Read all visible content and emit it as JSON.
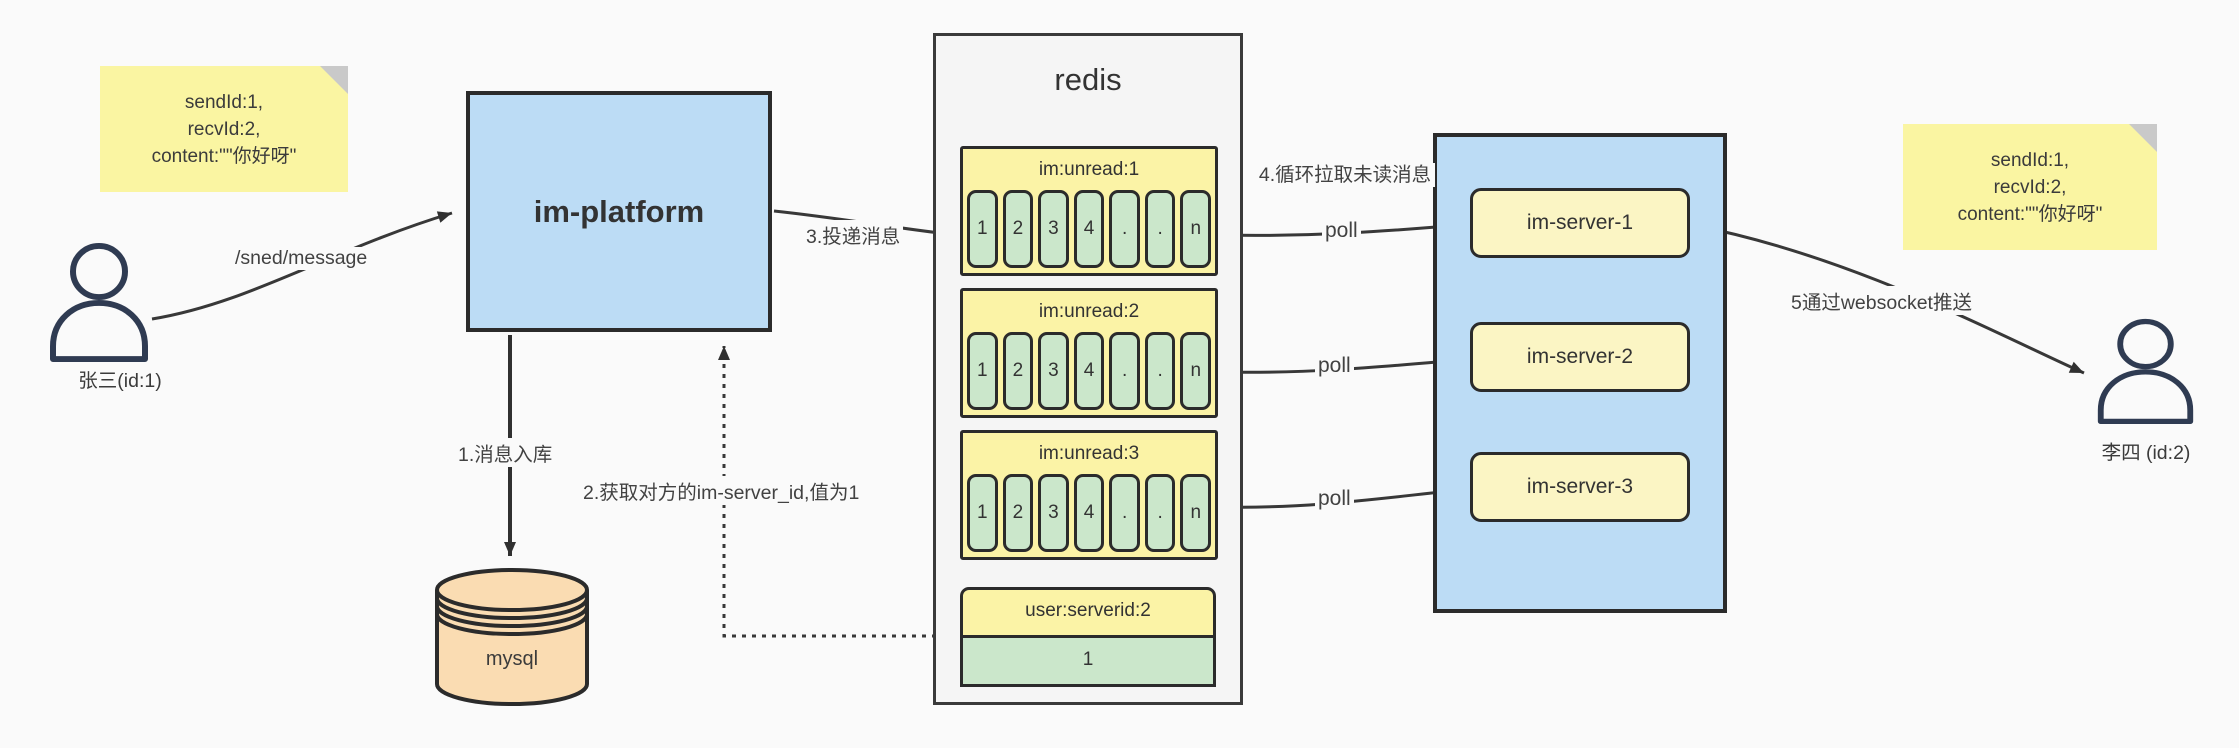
{
  "notes": {
    "left": {
      "lines": [
        "sendId:1,",
        "recvId:2,",
        "content:\"\"你好呀\""
      ]
    },
    "right": {
      "lines": [
        "sendId:1,",
        "recvId:2,",
        "content:\"\"你好呀\""
      ]
    }
  },
  "users": {
    "sender": {
      "label": "张三(id:1)"
    },
    "receiver": {
      "label": "李四 (id:2)"
    }
  },
  "platform": {
    "label": "im-platform"
  },
  "mysql": {
    "label": "mysql"
  },
  "redis": {
    "title": "redis",
    "queues": [
      {
        "title": "im:unread:1",
        "cells": [
          "1",
          "2",
          "3",
          "4",
          ".",
          ".",
          "n"
        ]
      },
      {
        "title": "im:unread:2",
        "cells": [
          "1",
          "2",
          "3",
          "4",
          ".",
          ".",
          "n"
        ]
      },
      {
        "title": "im:unread:3",
        "cells": [
          "1",
          "2",
          "3",
          "4",
          ".",
          ".",
          "n"
        ]
      }
    ],
    "kv": {
      "title": "user:serverid:2",
      "value": "1"
    }
  },
  "servers": {
    "items": [
      {
        "label": "im-server-1"
      },
      {
        "label": "im-server-2"
      },
      {
        "label": "im-server-3"
      }
    ]
  },
  "edges": {
    "send": "/sned/message",
    "step1": "1.消息入库",
    "step2": "2.获取对方的im-server_id,值为1",
    "step3": "3.投递消息",
    "step4": "4.循环拉取未读消息",
    "step5": "5通过websocket推送",
    "poll": "poll"
  },
  "colors": {
    "node_blue": "#bcdcf5",
    "note_yellow": "#faf5a2",
    "queue_yellow": "#fbf3a6",
    "server_yellow": "#fbf5c4",
    "cell_green": "#cbe7cb",
    "db_tan": "#fadcb2",
    "stroke": "#2b2b2b",
    "person": "#2f3b52",
    "background": "#fafafa"
  }
}
